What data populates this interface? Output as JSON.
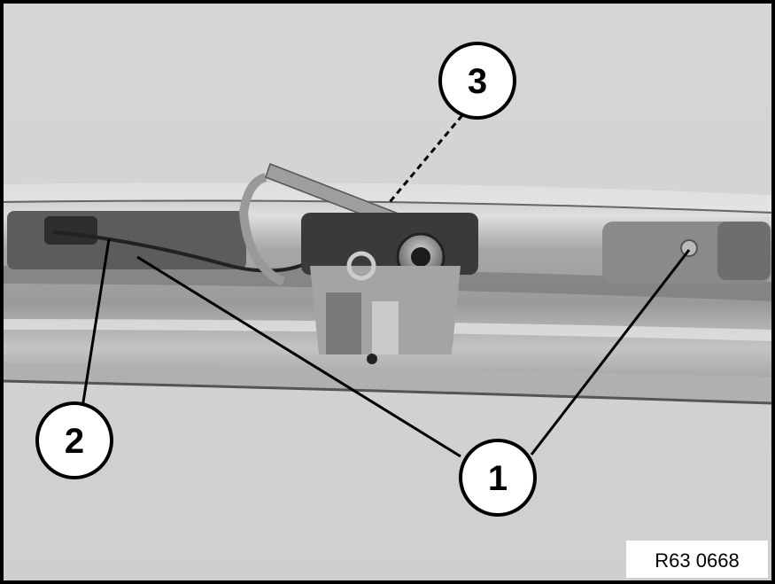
{
  "figure": {
    "callouts": [
      {
        "number": "1"
      },
      {
        "number": "2"
      },
      {
        "number": "3"
      }
    ],
    "reference": "R63 0668"
  }
}
